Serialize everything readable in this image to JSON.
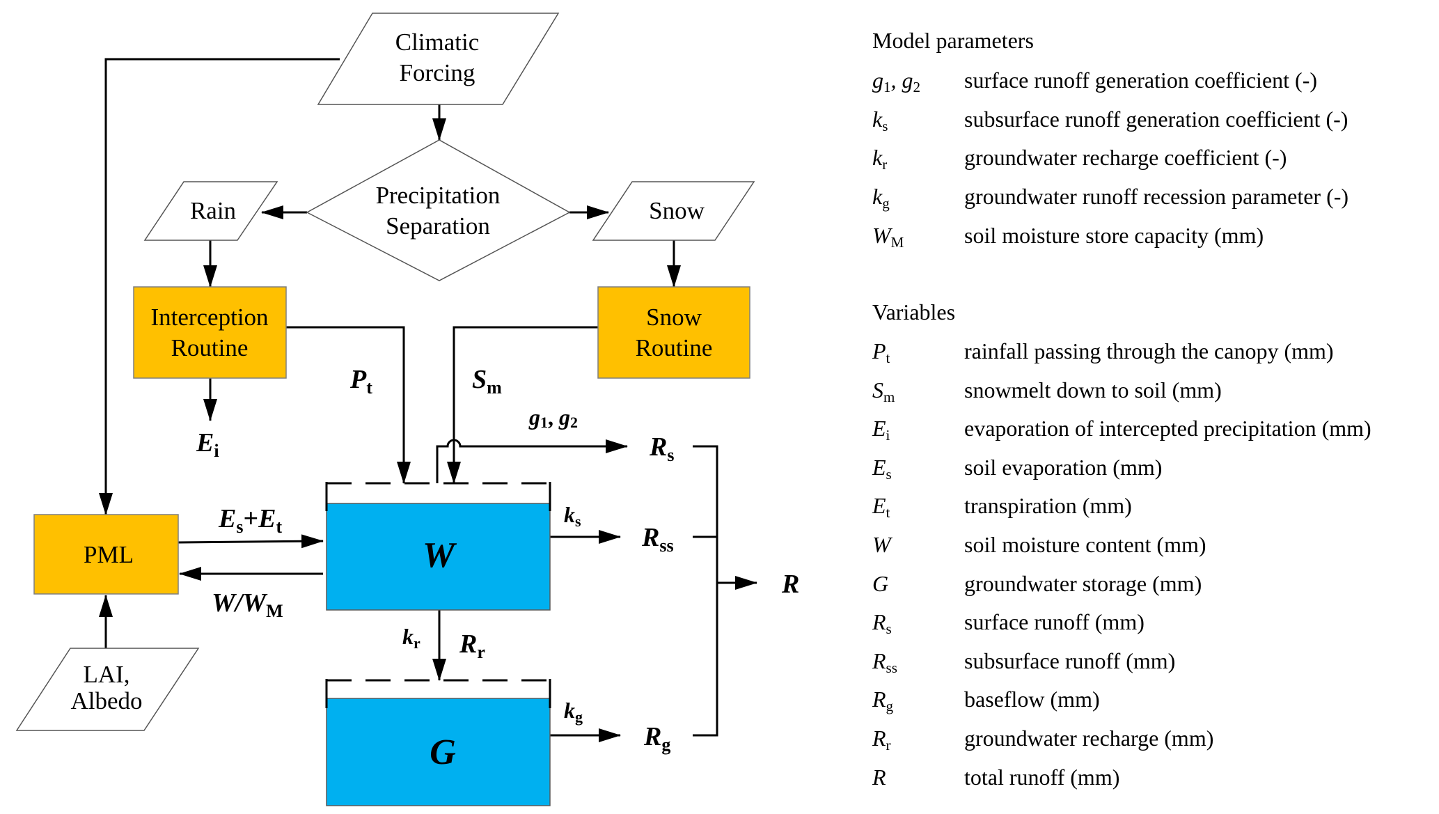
{
  "colors": {
    "process_fill": "#FFC000",
    "store_fill": "#00B0F0",
    "io_fill": "#FFFFFF",
    "line": "#000000"
  },
  "nodes": {
    "climatic_forcing": [
      "Climatic",
      "Forcing"
    ],
    "precipitation_separation": [
      "Precipitation",
      "Separation"
    ],
    "rain": "Rain",
    "snow": "Snow",
    "interception_routine": [
      "Interception",
      "Routine"
    ],
    "snow_routine": [
      "Snow",
      "Routine"
    ],
    "pml": "PML",
    "lai_albedo": [
      "LAI,",
      "Albedo"
    ],
    "soil_store": "W",
    "groundwater_store": "G"
  },
  "flows": {
    "Ei": {
      "base": "E",
      "sub": "i"
    },
    "Pt": {
      "base": "P",
      "sub": "t"
    },
    "Sm": {
      "base": "S",
      "sub": "m"
    },
    "g12": {
      "a": "g",
      "a_sub": "1",
      "sep": ", ",
      "b": "g",
      "b_sub": "2"
    },
    "EsEt": {
      "a": "E",
      "a_sub": "s",
      "op": "+",
      "b": "E",
      "b_sub": "t"
    },
    "WWM": {
      "a": "W/W",
      "sub": "M"
    },
    "ks": {
      "base": "k",
      "sub": "s"
    },
    "kr": {
      "base": "k",
      "sub": "r"
    },
    "kg": {
      "base": "k",
      "sub": "g"
    },
    "Rs": {
      "base": "R",
      "sub": "s"
    },
    "Rss": {
      "base": "R",
      "sub": "ss"
    },
    "Rg": {
      "base": "R",
      "sub": "g"
    },
    "Rr": {
      "base": "R",
      "sub": "r"
    },
    "R": {
      "base": "R"
    }
  },
  "legend": {
    "model_parameters_title": "Model parameters",
    "model_parameters": [
      {
        "sym": "g",
        "sub": "1",
        "extra": ", g",
        "extra_sub": "2",
        "desc": "surface runoff generation coefficient (-)"
      },
      {
        "sym": "k",
        "sub": "s",
        "desc": "subsurface runoff generation coefficient (-)"
      },
      {
        "sym": "k",
        "sub": "r",
        "desc": "groundwater recharge coefficient (-)"
      },
      {
        "sym": "k",
        "sub": "g",
        "desc": "groundwater runoff recession parameter (-)"
      },
      {
        "sym": "W",
        "sub": "M",
        "desc": "soil moisture store capacity (mm)"
      }
    ],
    "variables_title": "Variables",
    "variables": [
      {
        "sym": "P",
        "sub": "t",
        "desc": "rainfall passing through the canopy (mm)"
      },
      {
        "sym": "S",
        "sub": "m",
        "desc": "snowmelt down to soil (mm)"
      },
      {
        "sym": "E",
        "sub": "i",
        "desc": "evaporation of intercepted precipitation (mm)"
      },
      {
        "sym": "E",
        "sub": "s",
        "desc": "soil evaporation (mm)"
      },
      {
        "sym": "E",
        "sub": "t",
        "desc": "transpiration (mm)"
      },
      {
        "sym": "W",
        "sub": "",
        "desc": "soil moisture content (mm)"
      },
      {
        "sym": "G",
        "sub": "",
        "desc": "groundwater storage (mm)"
      },
      {
        "sym": "R",
        "sub": "s",
        "desc": "surface runoff (mm)"
      },
      {
        "sym": "R",
        "sub": "ss",
        "desc": "subsurface runoff (mm)"
      },
      {
        "sym": "R",
        "sub": "g",
        "desc": "baseflow (mm)"
      },
      {
        "sym": "R",
        "sub": "r",
        "desc": "groundwater recharge (mm)"
      },
      {
        "sym": "R",
        "sub": "",
        "desc": "total runoff (mm)"
      }
    ]
  }
}
